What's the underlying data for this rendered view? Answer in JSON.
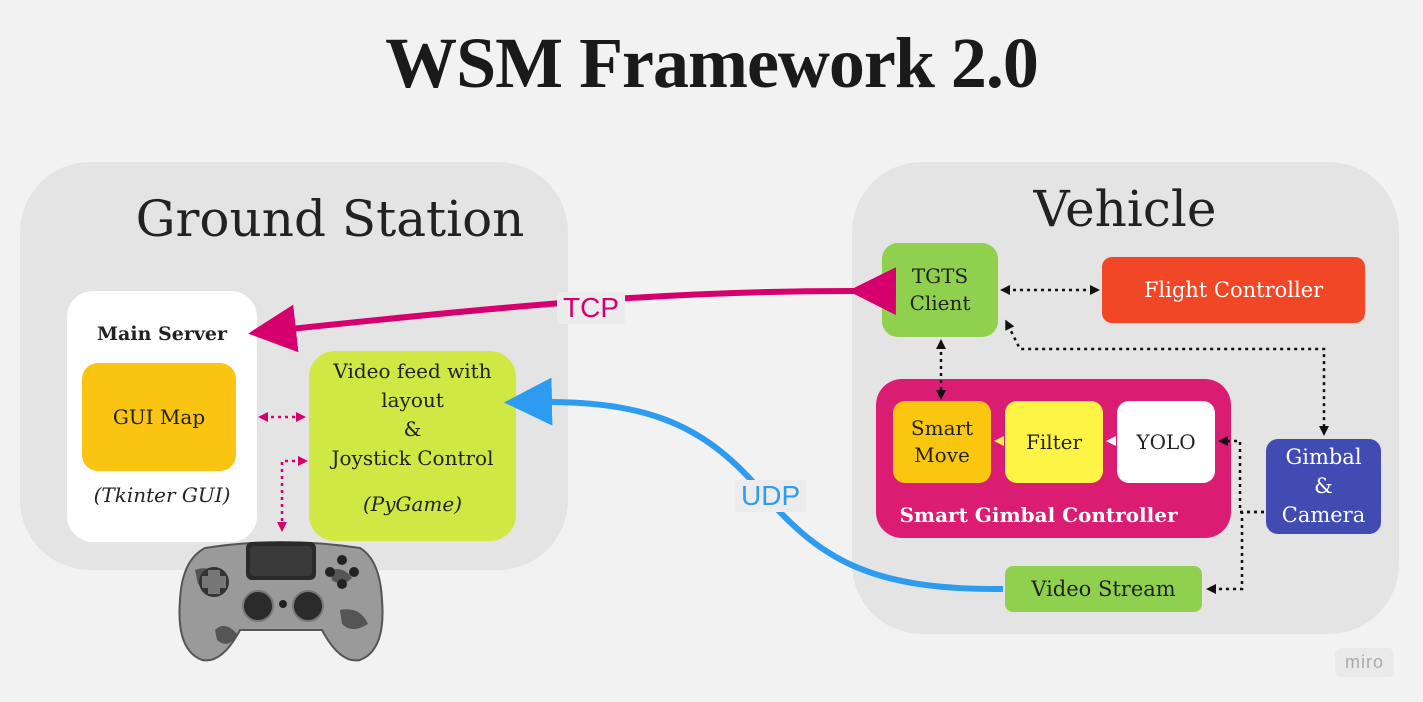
{
  "title": "WSM Framework 2.0",
  "ground_station": {
    "title": "Ground Station",
    "main_server": {
      "label": "Main Server",
      "gui_map": "GUI Map",
      "tkinter": "(Tkinter GUI)"
    },
    "video_feed": {
      "line1": "Video feed with",
      "line2": "layout",
      "line3": "&",
      "line4": "Joystick Control",
      "line5": "(PyGame)"
    }
  },
  "vehicle": {
    "title": "Vehicle",
    "tgts_line1": "TGTS",
    "tgts_line2": "Client",
    "flight_controller": "Flight Controller",
    "smart_gimbal": {
      "label": "Smart Gimbal Controller",
      "smart_move_line1": "Smart",
      "smart_move_line2": "Move",
      "filter": "Filter",
      "yolo": "YOLO"
    },
    "gimbal_line1": "Gimbal",
    "gimbal_line2": "&",
    "gimbal_line3": "Camera",
    "video_stream": "Video Stream"
  },
  "links": {
    "tcp": "TCP",
    "udp": "UDP"
  },
  "watermark": "miro",
  "colors": {
    "tcp": "#d5006d",
    "udp": "#2d9bf0",
    "dotted": "#111111",
    "dotted_pink": "#d5006d",
    "dotted_yellow": "#fef445"
  },
  "icons": {
    "controller": "gamepad-icon"
  }
}
